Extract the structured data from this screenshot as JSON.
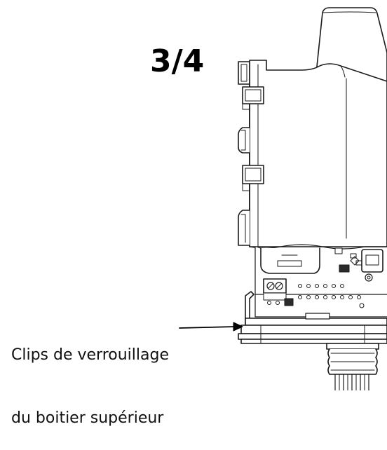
{
  "step": {
    "label": "3/4"
  },
  "callout": {
    "line1": "Clips de verrouillage",
    "line2": "du boitier supérieur"
  },
  "colors": {
    "stroke": "#1a1a1a",
    "fill": "#ffffff",
    "dark_fill": "#2b2b2b"
  }
}
